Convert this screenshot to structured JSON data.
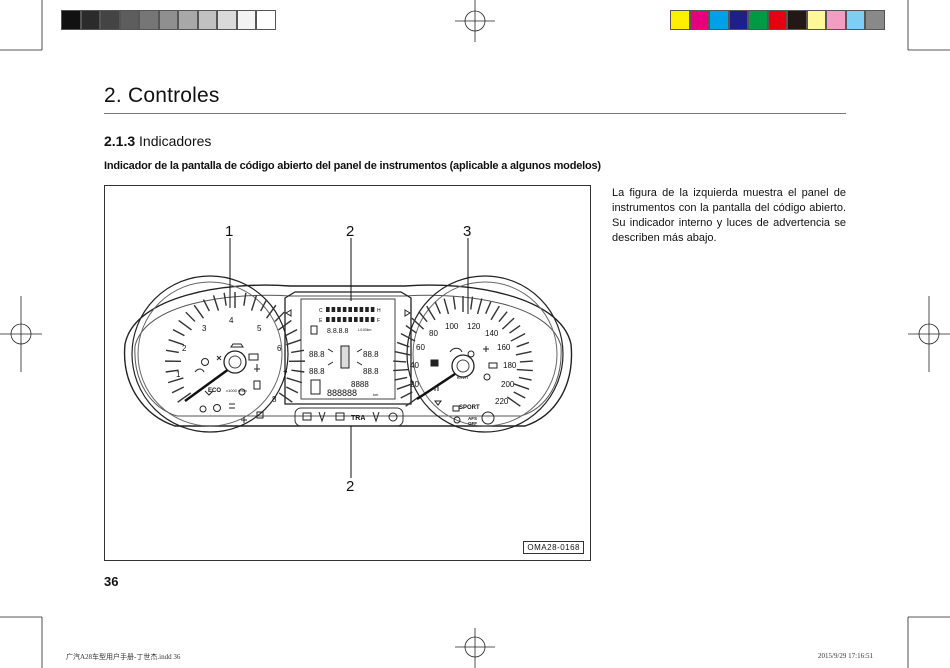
{
  "section_title": "2. Controles",
  "subsection": {
    "number": "2.1.3",
    "title": "Indicadores"
  },
  "heading": "Indicador de la pantalla de código abierto del panel de instrumentos (aplicable a algunos modelos)",
  "description": "La figura de la izquierda muestra el panel de instrumentos con la pantalla del código abierto. Su indicador interno y luces de advertencia se describen más abajo.",
  "figure": {
    "callouts": [
      "1",
      "2",
      "3",
      "2"
    ],
    "figure_code": "OMA28-0168",
    "tachometer": {
      "ticks": [
        "1",
        "2",
        "3",
        "4",
        "5",
        "6",
        "7",
        "8"
      ],
      "eco_label": "ECO",
      "unit_label": "x1000 r/min"
    },
    "speedometer": {
      "ticks": [
        "20",
        "40",
        "60",
        "80",
        "100",
        "120",
        "140",
        "160",
        "180",
        "200",
        "220"
      ],
      "unit_label": "km/h",
      "sport_label": "SPORT",
      "afs_label": "AFS",
      "afs_off": "OFF"
    },
    "display": {
      "temp_high": "H",
      "temp_low": "C",
      "fuel_full": "F",
      "fuel_empty": "E",
      "segments_short": "88.8",
      "odometer": "888888",
      "trip": "8888",
      "range": "8.8.8.8",
      "unit_km": "km",
      "unit_100km": "L/100km"
    },
    "bottom_strip": {
      "tra_label": "TRA"
    }
  },
  "page_number": "36",
  "footer": {
    "file": "广汽A28车型用户手册-丁世杰.indd   36",
    "timestamp": "2015/9/29   17:16:51"
  },
  "colors": {
    "color_bar": [
      "#ffef00",
      "#e6007e",
      "#00a0e9",
      "#1d2088",
      "#009944",
      "#e60012",
      "#231815",
      "#fff799",
      "#f19ec2",
      "#7ecef4",
      "#898989"
    ],
    "gray_bar": [
      "#111111",
      "#2b2b2b",
      "#444444",
      "#5d5d5d",
      "#767676",
      "#8f8f8f",
      "#a8a8a8",
      "#c1c1c1",
      "#dadada",
      "#f3f3f3",
      "#ffffff"
    ]
  }
}
